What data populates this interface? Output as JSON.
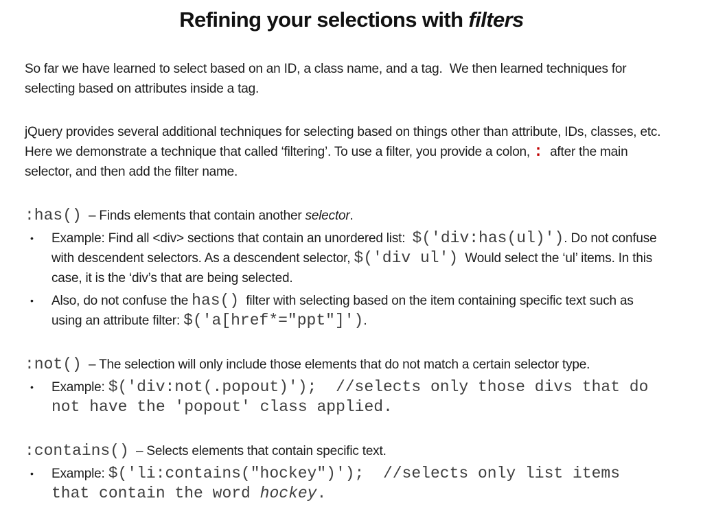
{
  "slide": {
    "background_color": "#ffffff",
    "text_color": "#1c1c1c",
    "code_color": "#3f3f3f",
    "accent_red": "#c00000"
  },
  "bullet_glyph": "•",
  "title": {
    "main": "Refining your selections with ",
    "emphasis": "filters"
  },
  "intro": {
    "text": "So far we have learned to select based on an ID, a class name, and a tag.  We then learned techniques for selecting based on attributes inside a tag."
  },
  "filtering": {
    "pre": "jQuery provides several additional techniques for selecting based on things other than attribute, IDs, classes, etc. Here we demonstrate a technique that called ‘filtering’. To use a filter, you provide a colon, ",
    "colon": ":",
    "post": "  after the main selector, and then add the filter name."
  },
  "has": {
    "code": ":has()",
    "desc_pre": "  – Finds elements that contain another ",
    "desc_italic": "selector",
    "desc_post": ".",
    "b1": {
      "t1": "Example: Find all <div> sections that contain an unordered list:  ",
      "c1": "$('div:has(ul)')",
      "t2": ". Do not confuse with descendent selectors. As a descendent selector, ",
      "c2": "$('div ul')",
      "t3": "  Would select the ‘ul’ items. In this case, it is the ‘div’s that are being selected."
    },
    "b2": {
      "t1": "Also, do not confuse the ",
      "c1": "has()",
      "t2": "  filter with selecting based on the item containing specific text such as using an attribute filter: ",
      "c2": "$('a[href*=\"ppt\"]')",
      "t3": "."
    }
  },
  "not": {
    "code": ":not()",
    "desc": "  – The selection will only include those elements that do not match a certain selector type.",
    "b1": {
      "t1": "Example: ",
      "c1": "$('div:not(.popout)');  //selects only those divs that do not have the 'popout' class applied."
    }
  },
  "contains": {
    "code": ":contains()",
    "desc": "  – Selects elements that contain specific text.",
    "b1": {
      "t1": "Example: ",
      "c1": "$('li:contains(\"hockey\")');  //selects only list items that contain the word ",
      "ci": "hockey",
      "c2": "."
    }
  }
}
